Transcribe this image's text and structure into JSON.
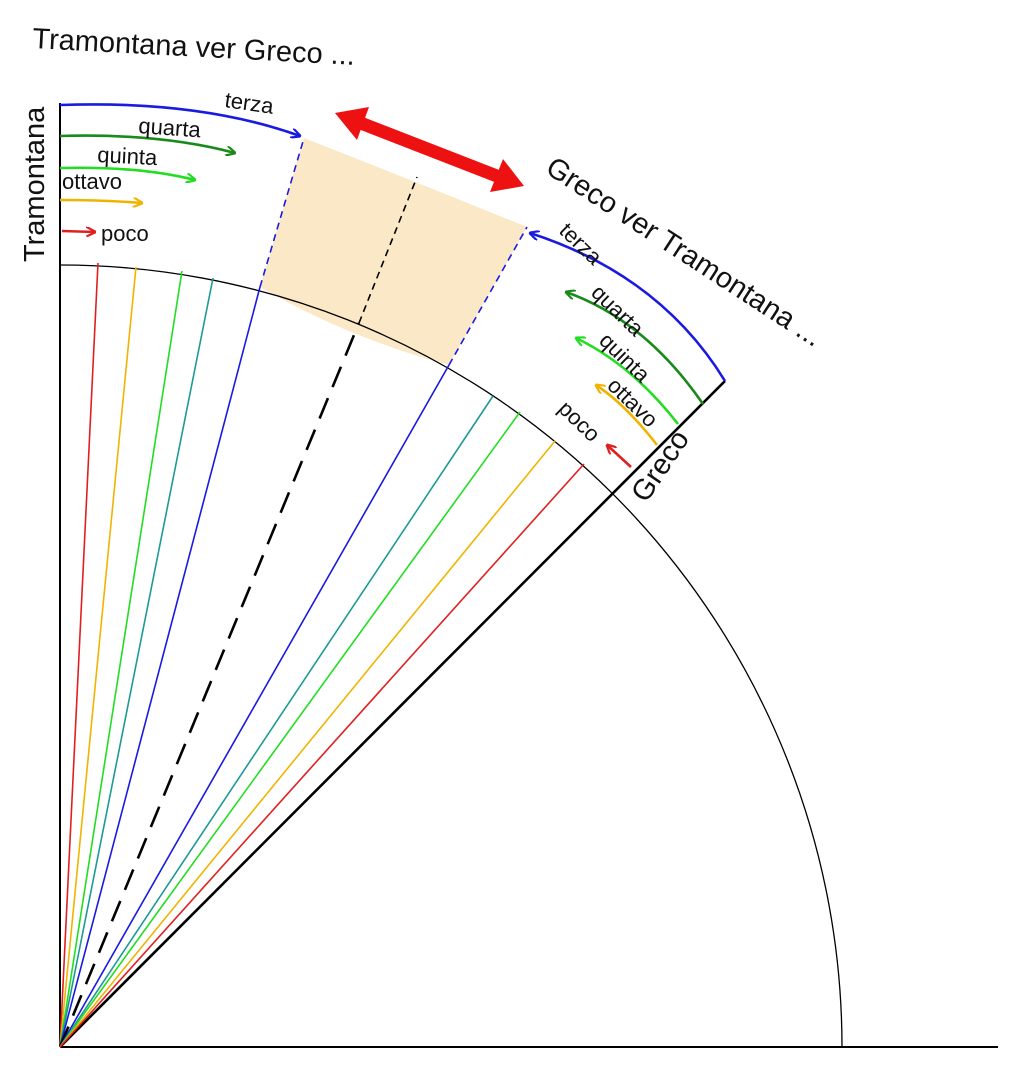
{
  "title_left": "Tramontana ver Greco ...",
  "title_right": "Greco ver Tramontana ...",
  "axis_left": "Tramontana",
  "axis_right": "Greco",
  "left_labels": [
    "terza",
    "quarta",
    "quinta",
    "ottavo",
    "poco"
  ],
  "right_labels": [
    "terza",
    "quarta",
    "quinta",
    "ottavo",
    "poco"
  ],
  "colors": {
    "poco": "#e02020",
    "ottavo": "#f0b400",
    "quinta": "#22dd22",
    "quarta": "#1a8a1a",
    "terza": "#1a1ae0",
    "teal_ray": "#1e9a96",
    "highlight": "#fbe8c6",
    "double_arrow": "#ee1111",
    "axis": "#000000"
  }
}
